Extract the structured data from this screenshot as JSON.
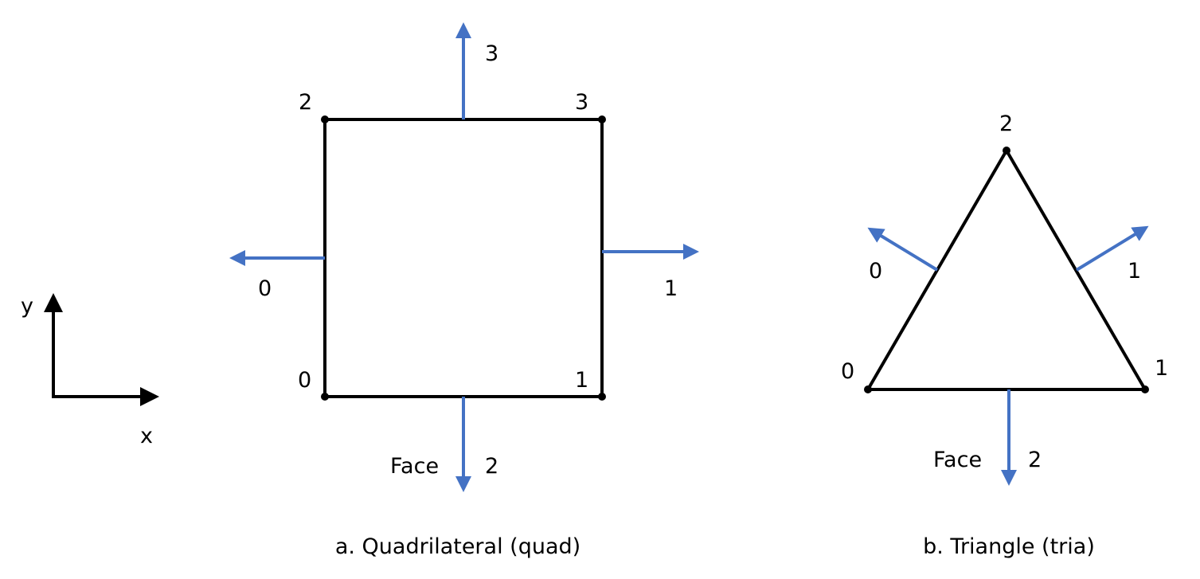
{
  "axes": {
    "y_label": "y",
    "x_label": "x"
  },
  "quad": {
    "caption": "a. Quadrilateral (quad)",
    "vertices": [
      "0",
      "1",
      "2",
      "3"
    ],
    "faces": [
      "0",
      "1",
      "2",
      "3"
    ],
    "face_word": "Face"
  },
  "tria": {
    "caption": "b. Triangle (tria)",
    "vertices": [
      "0",
      "1",
      "2"
    ],
    "faces": [
      "0",
      "1",
      "2"
    ],
    "face_word": "Face"
  },
  "colors": {
    "normal": "#4472C4",
    "edge": "#000000"
  }
}
